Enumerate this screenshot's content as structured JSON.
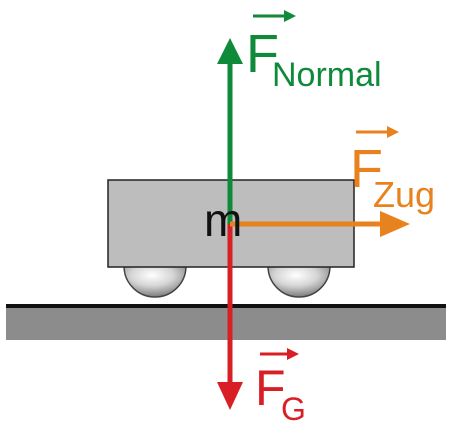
{
  "mass_label": "m",
  "forces": {
    "normal": {
      "symbol": "F",
      "subscript": "Normal",
      "color": "#0f8a3a"
    },
    "pull": {
      "symbol": "F",
      "subscript": "Zug",
      "color": "#e8821e"
    },
    "gravity": {
      "symbol": "F",
      "subscript": "G",
      "color": "#d81f26"
    }
  },
  "colors": {
    "cart_body": "#bdbdbd",
    "ground": "#8c8c8c",
    "outline": "#222222",
    "text_mass": "#111111"
  }
}
